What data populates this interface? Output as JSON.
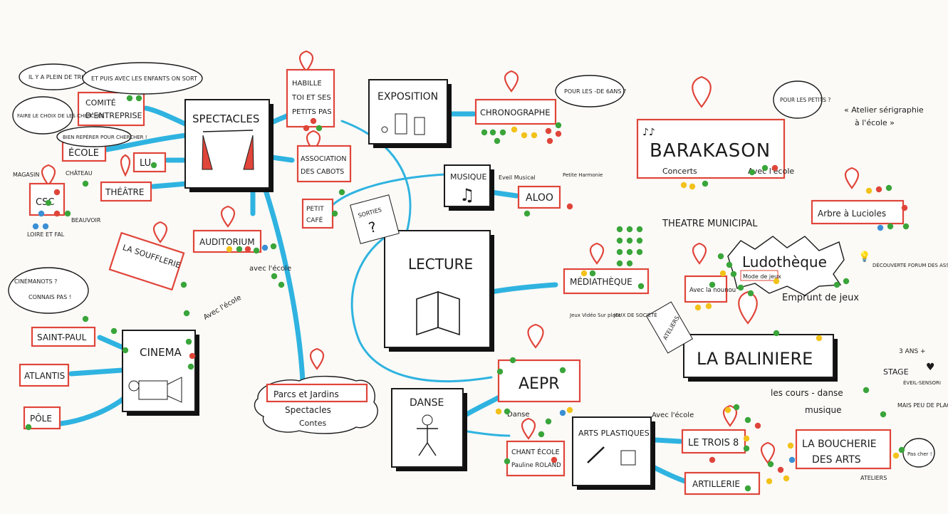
{
  "colors": {
    "arrow": "#2fb3e0",
    "frame_red": "#e0453a",
    "dot_green": "#3aa53a",
    "dot_red": "#e0453a",
    "dot_yellow": "#f2c21b",
    "dot_blue": "#3b8fd4",
    "ink": "#1c1c1c"
  },
  "hubs": {
    "spectacles": "SPECTACLES",
    "exposition": "EXPOSITION",
    "musique": "MUSIQUE",
    "lecture": "LECTURE",
    "danse": "DANSE",
    "cinema": "CINEMA",
    "arts_plastiques": "ARTS PLASTIQUES"
  },
  "venues": {
    "comite_line1": "COMITÉ",
    "comite_line2": "D'ENTREPRISE",
    "ecole": "ÉCOLE",
    "lu": "LU.",
    "theatre": "THÉÂTRE",
    "csc": "CSC",
    "habille_line1": "HABILLE",
    "habille_line2": "TOI ET SES",
    "habille_line3": "PETITS PAS",
    "association_line1": "ASSOCIATION",
    "association_line2": "DES CABOTS",
    "petit_cafe_line1": "PETIT",
    "petit_cafe_line2": "CAFÉ",
    "auditorium": "AUDITORIUM",
    "soufflerie": "LA SOUFFLERIE",
    "saint_paul": "SAINT-PAUL",
    "atlantis": "ATLANTIS",
    "pole": "PÔLE",
    "parcs_line1": "Parcs et Jardins",
    "parcs_line2": "Spectacles",
    "parcs_line3": "Contes",
    "chronographe": "CHRONOGRAPHE",
    "aloo": "ALOO",
    "mediatheque": "MÉDIATHÈQUE",
    "aepr": "AEPR",
    "chant_line1": "CHANT ÉCOLE",
    "chant_line2": "Pauline ROLAND",
    "trois8": "LE TROIS 8",
    "artillerie": "ARTILLERIE",
    "barakason": "BARAKASON",
    "arbre": "Arbre à Lucioles",
    "theatre_municipal": "THEATRE MUNICIPAL",
    "ludotheque": "Ludothèque",
    "balliniere": "LA BALINIERE",
    "boucherie_line1": "LA BOUCHERIE",
    "boucherie_line2": "DES ARTS"
  },
  "notes": {
    "il_y_a_plein": "IL Y A PLEIN DE TRUCS !",
    "et_puis_avec": "ET PUIS AVEC LES ENFANTS ON SORT",
    "faire_le_choix": "FAIRE LE CHOIX DE LES CHERCHER",
    "bien_reperer": "BIEN REPÉRER POUR CHERCHER !",
    "magasin": "MAGASIN",
    "chateau": "CHÂTEAU",
    "beauvoir": "BEAUVOIR",
    "loire_et_fal": "LOIRE ET FAL",
    "cinemanots": "CINÉMANOTS ?",
    "connais_pas": "CONNAIS PAS !",
    "avec_lecole": "avec l'école",
    "avec_lecole2": "Avec l'école",
    "avec_lecole3": "Avec l'école",
    "pour_les_6ans": "POUR LES -DE 6ANS ?",
    "pour_les_petits": "POUR LES PETITS ?",
    "atelier_line1": "« Atelier sérigraphie",
    "atelier_line2": "à l'école »",
    "concerts": "Concerts",
    "avec_lecole_bk": "Avec l'école",
    "eveil_musical": "Eveil Musical",
    "petite_harmonie": "Petite Harmonie",
    "avec_la_nounou": "Avec la nounou",
    "jeux_video": "Jeux Vidéo Sur place",
    "jeux_de_societe": "JEUX DE SOCIÉTÉ",
    "mode_de_jeu": "Mode de jeux",
    "emprunt": "Emprunt de jeux",
    "decouverte": "DÉCOUVERTE FORUM DES ASSOC",
    "ateliers": "ATELIERS",
    "cours_danse": "les cours - danse",
    "musique": "musique",
    "danse_label": "Danse",
    "stage": "STAGE",
    "eveil_sensori": "ÉVEIL-SENSORI",
    "mais_peu": "MAIS PEU DE PLACES !",
    "trois_ans": "3 ANS +",
    "ateliers_bouch": "ATELIERS",
    "pas_cher": "Pas cher !",
    "mysteres": "SORTIES"
  }
}
